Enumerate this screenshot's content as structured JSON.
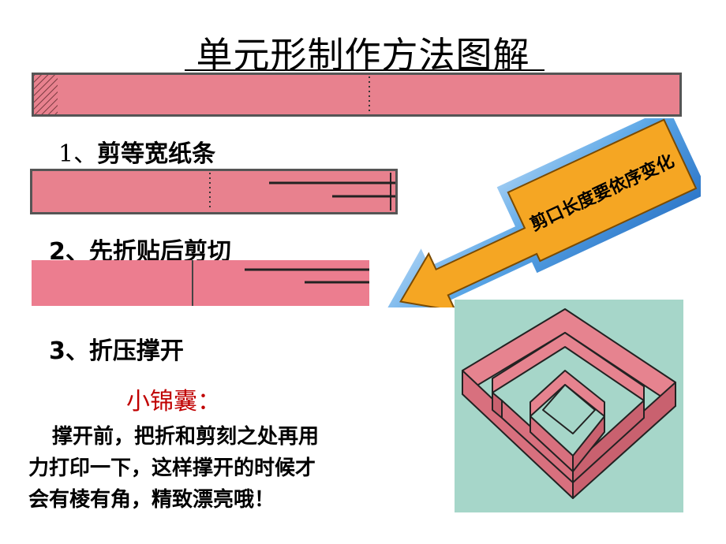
{
  "title": "单元形制作方法图解",
  "steps": [
    {
      "num": "1、",
      "text": "剪等宽纸条"
    },
    {
      "num": "2、",
      "text": "先折贴后剪切"
    },
    {
      "num": "3、",
      "text": "折压撑开"
    }
  ],
  "arrow_callout": "剪口长度要依序变化",
  "tip": {
    "title": "小锦囊：",
    "lines": [
      "撑开前，把折和剪刻之处再用",
      "力打印一下，这样撑开的时候才",
      "会有棱有角，精致漂亮哦！"
    ]
  },
  "colors": {
    "paper": "#e8818e",
    "photo_bg": "#a6d6c9",
    "arrow_fill": "#f5a623",
    "arrow_frame": "#4a90d9",
    "tip_title": "#c00000"
  }
}
